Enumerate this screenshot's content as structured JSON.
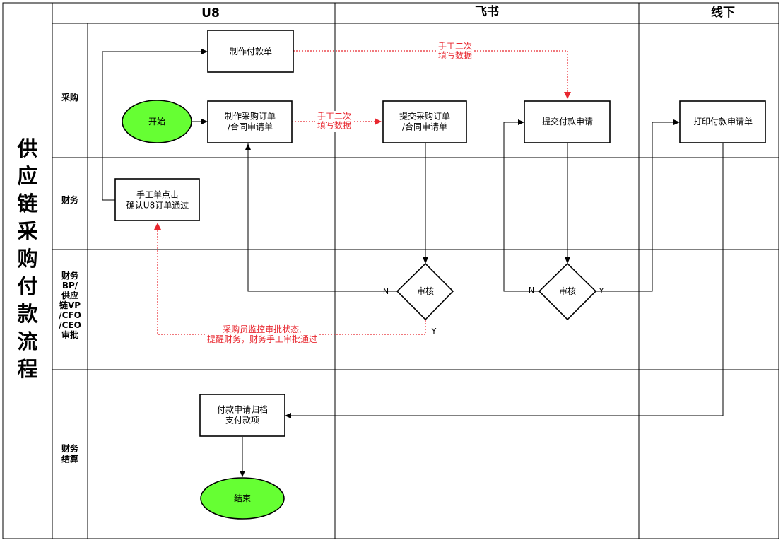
{
  "title": "供应链采购付款流程",
  "columns": [
    "U8",
    "飞书",
    "线下"
  ],
  "rows": {
    "purchase": "采购",
    "finance": "财务",
    "approval": [
      "财务",
      "BP/",
      "供应",
      "链VP",
      "/CFO",
      "/CEO",
      "审批"
    ],
    "settlement": [
      "财务",
      "结算"
    ]
  },
  "nodes": {
    "make_payment_order": [
      "制作付款单"
    ],
    "start": [
      "开始"
    ],
    "make_po": [
      "制作采购订单",
      "/合同申请单"
    ],
    "submit_po": [
      "提交采购订单",
      "/合同申请单"
    ],
    "submit_payment": [
      "提交付款申请"
    ],
    "print_payment": [
      "打印付款申请单"
    ],
    "finance_confirm": [
      "手工单点击",
      "确认U8订单通过"
    ],
    "review1": [
      "审核"
    ],
    "review2": [
      "审核"
    ],
    "archive": [
      "付款申请归档",
      "支付款项"
    ],
    "end": [
      "结束"
    ]
  },
  "edge_labels": {
    "manual_fill_top": [
      "手工二次",
      "填写数据"
    ],
    "manual_fill_mid": [
      "手工二次",
      "填写数据"
    ],
    "monitor": [
      "采购员监控审批状态,",
      "提醒财务，财务手工审批通过"
    ],
    "review1_no": "N",
    "review1_yes": "Y",
    "review2_no": "N",
    "review2_yes": "Y"
  },
  "colors": {
    "terminal_fill": "#66ff33",
    "manual_link": "#e8272f",
    "line": "#000000"
  }
}
